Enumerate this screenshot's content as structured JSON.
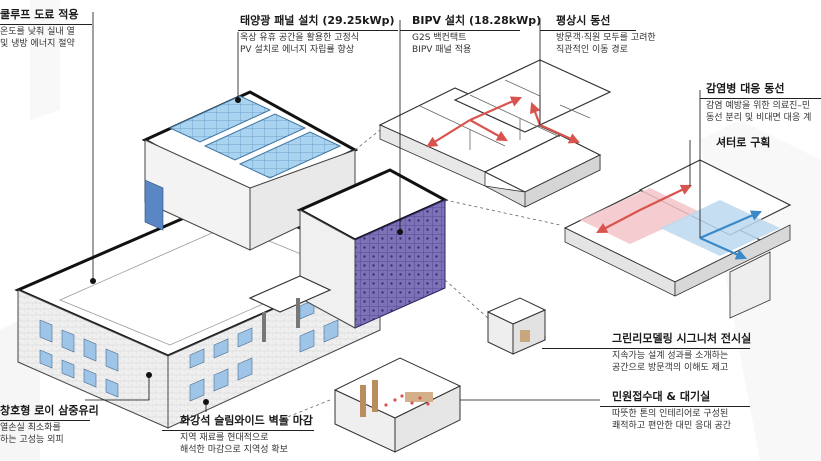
{
  "colors": {
    "solar": "#8ec3e6",
    "facade": "#6b5fa8",
    "arrow_red": "#d9534f",
    "arrow_blue": "#3a89c9",
    "zone_red": "#f3c4c8",
    "zone_blue": "#bcd8ef"
  },
  "callouts": {
    "cool_roof": {
      "title": "쿨루프 도료 적용",
      "lines": [
        "온도를 낮춰 실내 열",
        "및 냉방 에너지 절약"
      ]
    },
    "solar": {
      "title": "태양광 패널 설치 (29.25kWp)",
      "lines": [
        "옥상 유휴 공간을 활용한 고정식",
        "PV 설치로 에너지 자립률 향상"
      ]
    },
    "bipv": {
      "title": "BIPV 설치 (18.28kWp)",
      "lines": [
        "G2S 백컨택트",
        "BIPV 패널 적용"
      ]
    },
    "normal_flow": {
      "title": "평상시 동선",
      "lines": [
        "방문객·직원 모두를 고려한",
        "직관적인 이동 경로"
      ]
    },
    "infection_flow": {
      "title": "감염병 대응 동선",
      "lines": [
        "감염 예방을 위한 의료진–민",
        "동선 분리 및 비대면 대응 계"
      ]
    },
    "shutter": {
      "title": "셔터로 구획",
      "lines": []
    },
    "green_remodel": {
      "title": "그린리모델링 시그니처 전시실",
      "lines": [
        "지속가능 설계 성과를 소개하는",
        "공간으로 방문객의 이해도 제고"
      ]
    },
    "reception": {
      "title": "민원접수대 & 대기실",
      "lines": [
        "따뜻한 톤의 인테리어로 구성된",
        "쾌적하고 편안한 대민 응대 공간"
      ]
    },
    "window": {
      "title": "창호형 로이 삼중유리",
      "lines": [
        "열손실 최소화를",
        "하는 고성능 외피"
      ]
    },
    "facade": {
      "title": "화강석 슬림와이드 벽돌 마감",
      "lines": [
        "지역 재료를 현대적으로",
        "해석한 마감으로 지역성 확보"
      ]
    }
  }
}
